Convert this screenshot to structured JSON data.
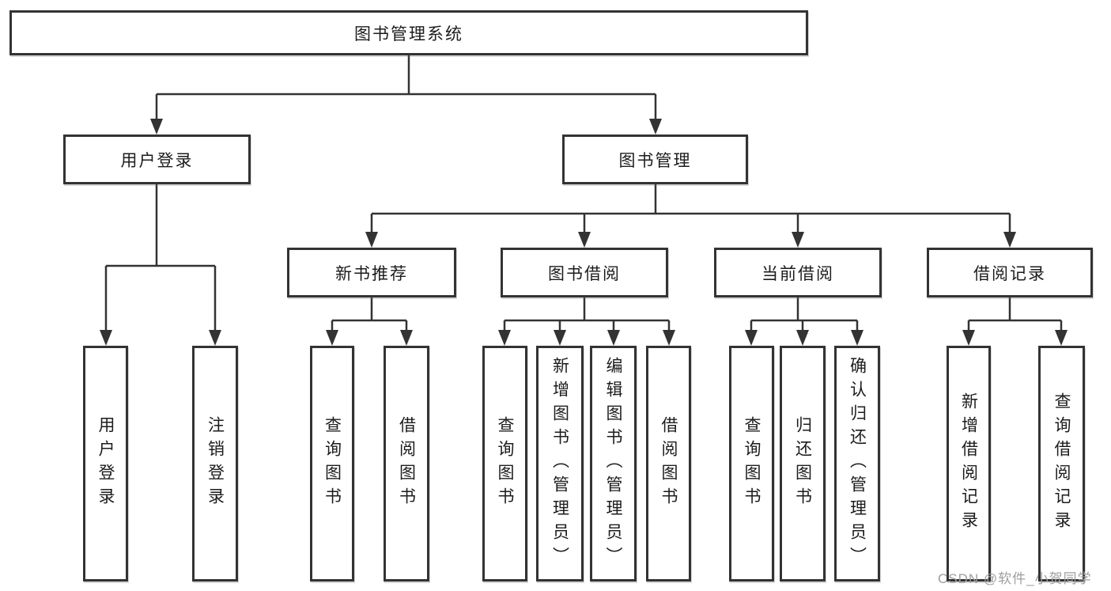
{
  "root": {
    "label": "图书管理系统"
  },
  "branches": {
    "user_login": {
      "label": "用户登录",
      "children": [
        {
          "label": "用户登录"
        },
        {
          "label": "注销登录"
        }
      ]
    },
    "book_management": {
      "label": "图书管理",
      "children": [
        {
          "label": "新书推荐",
          "children": [
            {
              "label": "查询图书"
            },
            {
              "label": "借阅图书"
            }
          ]
        },
        {
          "label": "图书借阅",
          "children": [
            {
              "label": "查询图书"
            },
            {
              "label": "新增图书（管理员）"
            },
            {
              "label": "编辑图书（管理员）"
            },
            {
              "label": "借阅图书"
            }
          ]
        },
        {
          "label": "当前借阅",
          "children": [
            {
              "label": "查询图书"
            },
            {
              "label": "归还图书"
            },
            {
              "label": "确认归还（管理员）"
            }
          ]
        },
        {
          "label": "借阅记录",
          "children": [
            {
              "label": "新增借阅记录"
            },
            {
              "label": "查询借阅记录"
            }
          ]
        }
      ]
    }
  },
  "watermark": {
    "text": "CSDN @软件_小贺同学"
  },
  "colors": {
    "line": "#333333",
    "box_border": "#333333",
    "text": "#1c1c1c",
    "background": "#ffffff",
    "watermark": "#9e9e9e"
  }
}
